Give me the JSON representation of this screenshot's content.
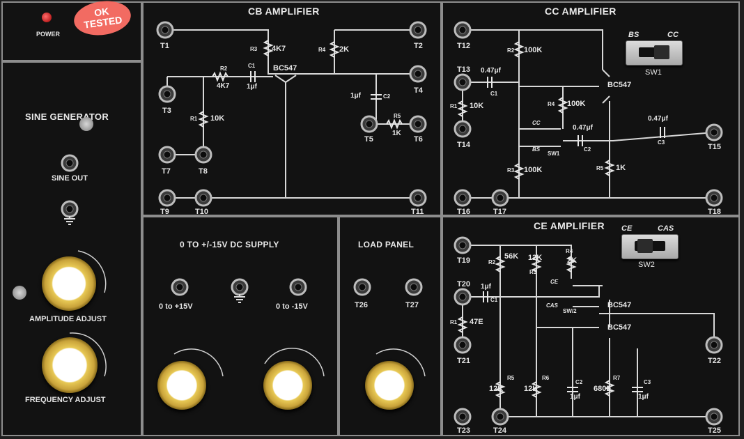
{
  "top_left": {
    "ok_line1": "OK",
    "ok_line2": "TESTED",
    "power": "POWER"
  },
  "sine_generator": {
    "title": "SINE GENERATOR",
    "sine_out": "SINE OUT",
    "amplitude": "AMPLITUDE ADJUST",
    "frequency": "FREQUENCY ADJUST"
  },
  "cb": {
    "title": "CB AMPLIFIER",
    "terminals": [
      "T1",
      "T2",
      "T3",
      "T4",
      "T5",
      "T6",
      "T7",
      "T8",
      "T9",
      "T10",
      "T11"
    ],
    "components": {
      "r3": "R3",
      "r3v": "4K7",
      "r4": "R4",
      "r4v": "2K",
      "r2": "R2",
      "r2v": "4K7",
      "c1": "C1",
      "c1v": "1μf",
      "transistor": "BC547",
      "r1": "R1",
      "r1v": "10K",
      "c2": "C2",
      "c2v": "1μf",
      "r5": "R5",
      "r5v": "1K"
    }
  },
  "cc": {
    "title": "CC AMPLIFIER",
    "terminals": [
      "T12",
      "T13",
      "T14",
      "T15",
      "T16",
      "T17",
      "T18"
    ],
    "switch": {
      "left": "BS",
      "right": "CC",
      "name": "SW1"
    },
    "components": {
      "r2": "R2",
      "r2v": "100K",
      "c1": "C1",
      "c1v": "0.47μf",
      "transistor": "BC547",
      "r1": "R1",
      "r1v": "10K",
      "r4": "R4",
      "r4v": "100K",
      "cc": "CC",
      "bs": "BS",
      "sw1": "SW1",
      "c2": "C2",
      "c2v": "0.47μf",
      "c3": "C3",
      "c3v": "0.47μf",
      "r3": "R3",
      "r3v": "100K",
      "r5": "R5",
      "r5v": "1K"
    }
  },
  "dc_supply": {
    "title": "0 TO +/-15V DC SUPPLY",
    "pos": "0 to +15V",
    "neg": "0 to -15V"
  },
  "load": {
    "title": "LOAD PANEL",
    "t26": "T26",
    "t27": "T27"
  },
  "ce": {
    "title": "CE AMPLIFIER",
    "terminals": [
      "T19",
      "T20",
      "T21",
      "T22",
      "T23",
      "T24",
      "T25"
    ],
    "switch": {
      "left": "CE",
      "right": "CAS",
      "name": "SW2"
    },
    "components": {
      "r2": "R2",
      "r2v": "56K",
      "r3": "R3",
      "r3v": "12K",
      "r4": "R4",
      "r4v": "2K",
      "ce": "CE",
      "cas": "CAS",
      "sw2": "SW/2",
      "c1": "C1",
      "c1v": "1μf",
      "t1": "BC547",
      "t2": "BC547",
      "r1": "R1",
      "r1v": "47E",
      "r5": "R5",
      "r5v": "12K",
      "r6": "R6",
      "r6v": "12K",
      "c2": "C2",
      "c2v": "1μf",
      "r7": "R7",
      "r7v": "680E",
      "c3": "C3",
      "c3v": "1μf"
    }
  },
  "colors": {
    "panel": "#121212",
    "border": "#8d8d8d",
    "text": "#e6e6e6",
    "knob": "#d9b84a",
    "ok": "#f26b62"
  }
}
